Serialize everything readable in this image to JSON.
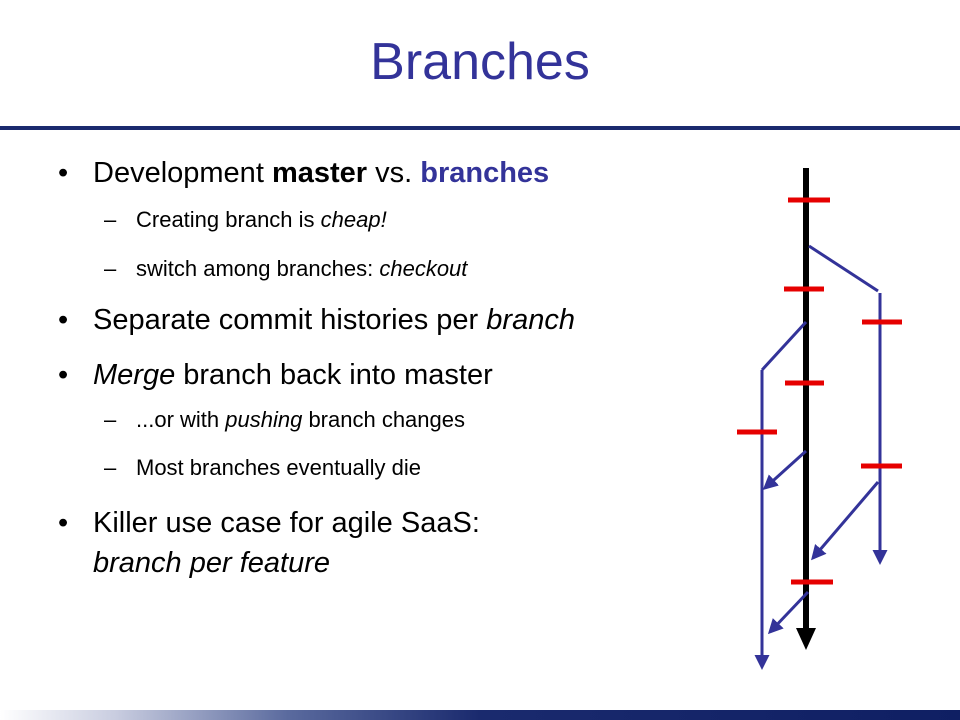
{
  "slide": {
    "title": "Branches",
    "colors": {
      "title": "#333399",
      "rule": "#1a2a6e",
      "master_line": "#000000",
      "commit": "#e60000",
      "branch": "#333399"
    }
  },
  "bullets": {
    "b1": {
      "dot": "•",
      "pre": "Development ",
      "master": "master",
      "mid": " vs. ",
      "branches": "branches"
    },
    "b1_sub1": {
      "dash": "–",
      "pre": "Creating branch is ",
      "em": "cheap!"
    },
    "b1_sub2": {
      "dash": "–",
      "pre": "switch among branches: ",
      "em": "checkout"
    },
    "b2": {
      "dot": "•",
      "pre": "Separate commit histories per ",
      "em": "branch"
    },
    "b3": {
      "dot": "•",
      "em": "Merge",
      "post": " branch back into master"
    },
    "b3_sub1": {
      "dash": "–",
      "pre": "...or with ",
      "em": "pushing",
      "post": " branch changes"
    },
    "b3_sub2": {
      "dash": "–",
      "text": "Most branches eventually die"
    },
    "b4": {
      "dot": "•",
      "line1": "Killer use case for agile SaaS:",
      "line2": "branch per feature"
    }
  }
}
